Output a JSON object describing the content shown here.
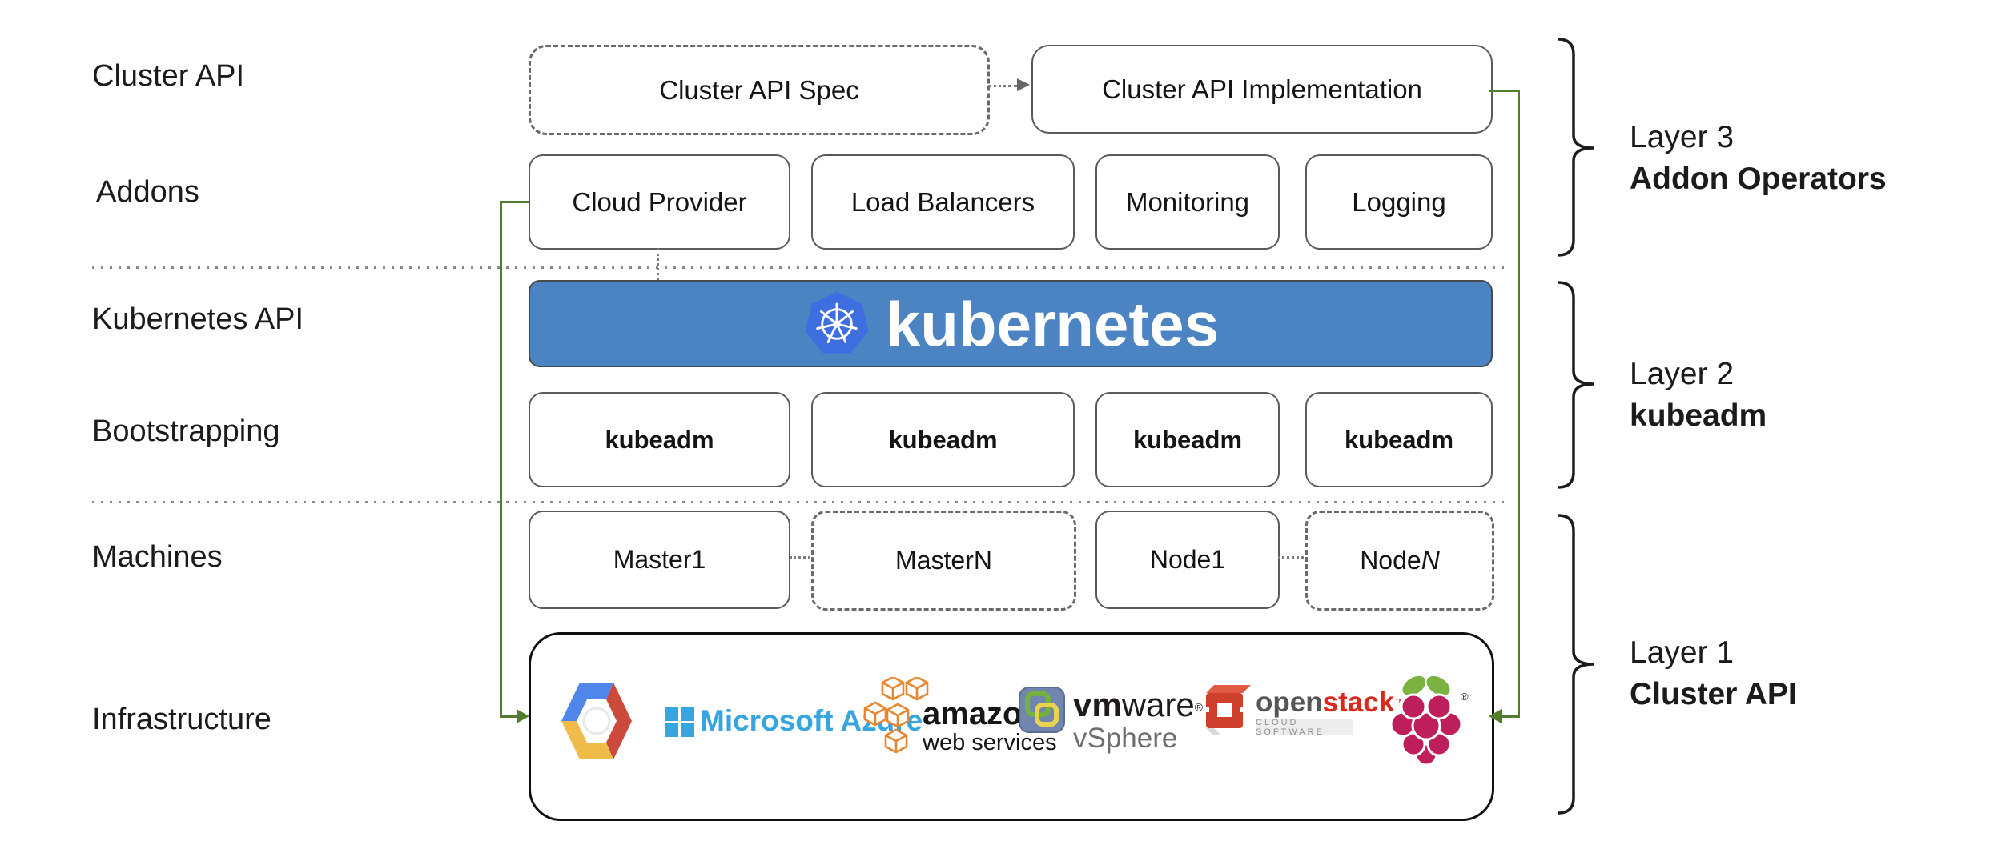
{
  "left_labels": {
    "cluster_api": "Cluster API",
    "addons": "Addons",
    "kubernetes_api": "Kubernetes API",
    "bootstrapping": "Bootstrapping",
    "machines": "Machines",
    "infrastructure": "Infrastructure"
  },
  "cluster_api_row": {
    "spec_label": "Cluster API Spec",
    "implementation_label": "Cluster API Implementation"
  },
  "addons_row": {
    "boxes": [
      "Cloud Provider",
      "Load Balancers",
      "Monitoring",
      "Logging"
    ]
  },
  "kubernetes_banner": {
    "wordmark": "kubernetes",
    "logo_icon": "kubernetes-wheel-icon"
  },
  "bootstrapping_row": {
    "boxes": [
      "kubeadm",
      "kubeadm",
      "kubeadm",
      "kubeadm"
    ]
  },
  "machines_row": {
    "boxes": [
      {
        "prefix": "Master ",
        "n": "1",
        "style": "solid"
      },
      {
        "prefix": "Master ",
        "n": "N",
        "style": "dashed"
      },
      {
        "prefix": "Node ",
        "n": "1",
        "style": "solid"
      },
      {
        "prefix": "Node ",
        "n": "N",
        "style": "dashed",
        "n_italic": true
      }
    ]
  },
  "layer_brackets": [
    {
      "line1": "Layer 3",
      "line2": "Addon Operators"
    },
    {
      "line1": "Layer 2",
      "line2": "kubeadm"
    },
    {
      "line1": "Layer 1",
      "line2": "Cluster API"
    }
  ],
  "infrastructure_row": {
    "providers": [
      {
        "icon": "google-cloud-icon"
      },
      {
        "icon": "microsoft-azure-icon",
        "text": "Microsoft Azure"
      },
      {
        "icon": "aws-icon",
        "line1": "amazon",
        "line2": "web services"
      },
      {
        "icon": "vmware-vsphere-icon",
        "brand_bold": "vm",
        "brand_rest": "ware",
        "reg": "®",
        "product": "vSphere"
      },
      {
        "icon": "openstack-icon",
        "name_gray": "open",
        "name_red": "stack",
        "tm": "™",
        "subtitle": "CLOUD SOFTWARE"
      },
      {
        "icon": "raspberry-pi-icon",
        "reg": "®"
      }
    ]
  },
  "colors": {
    "ink": "#1b1b1b",
    "border_gray": "#5a5a5a",
    "banner_bg": "#4C83C3",
    "k8s_logo_blue": "#3F6EE0",
    "line_green": "#537D2E",
    "azure_blue": "#36A5E0",
    "aws_orange": "#E8862D",
    "openstack_red": "#DA291C",
    "vmware_sub": "#6d6e71",
    "raspberry_red": "#BE1E5B",
    "leaf_green": "#7BB241",
    "gcp_blue": "#5086EC",
    "gcp_red": "#CC4A3C",
    "gcp_yellow": "#EFBC49"
  }
}
